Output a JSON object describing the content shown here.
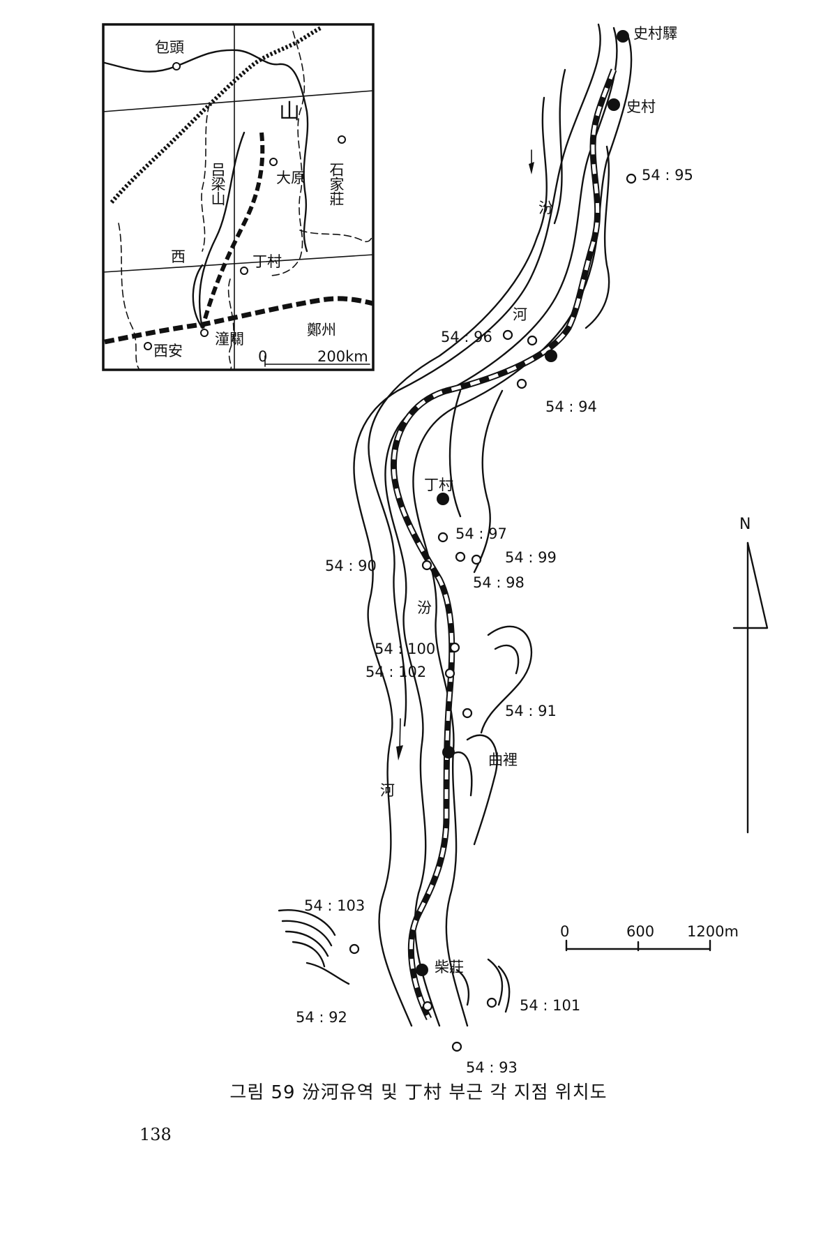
{
  "inset": {
    "places": [
      "包頭",
      "山",
      "石家莊",
      "吕梁山",
      "大原",
      "西",
      "丁村",
      "西安",
      "潼關",
      "鄭州"
    ],
    "scale_start": "0",
    "scale_end": "200km"
  },
  "main_map": {
    "rivers": [
      "汾",
      "河",
      "汾",
      "河"
    ],
    "towns": [
      "史村驛",
      "史村",
      "丁村",
      "曲裡",
      "柴莊"
    ],
    "sites": [
      "54 : 95",
      "54 : 96",
      "54 : 94",
      "54 : 97",
      "54 : 99",
      "54 : 90",
      "54 : 98",
      "54 : 100",
      "54 : 102",
      "54 : 91",
      "54 : 103",
      "54 : 101",
      "54 : 92",
      "54 : 93"
    ],
    "north": "N",
    "scale": [
      "0",
      "600",
      "1200m"
    ]
  },
  "caption": "그림 59  汾河유역 및 丁村 부근 각 지점 위치도",
  "page_number": "138"
}
